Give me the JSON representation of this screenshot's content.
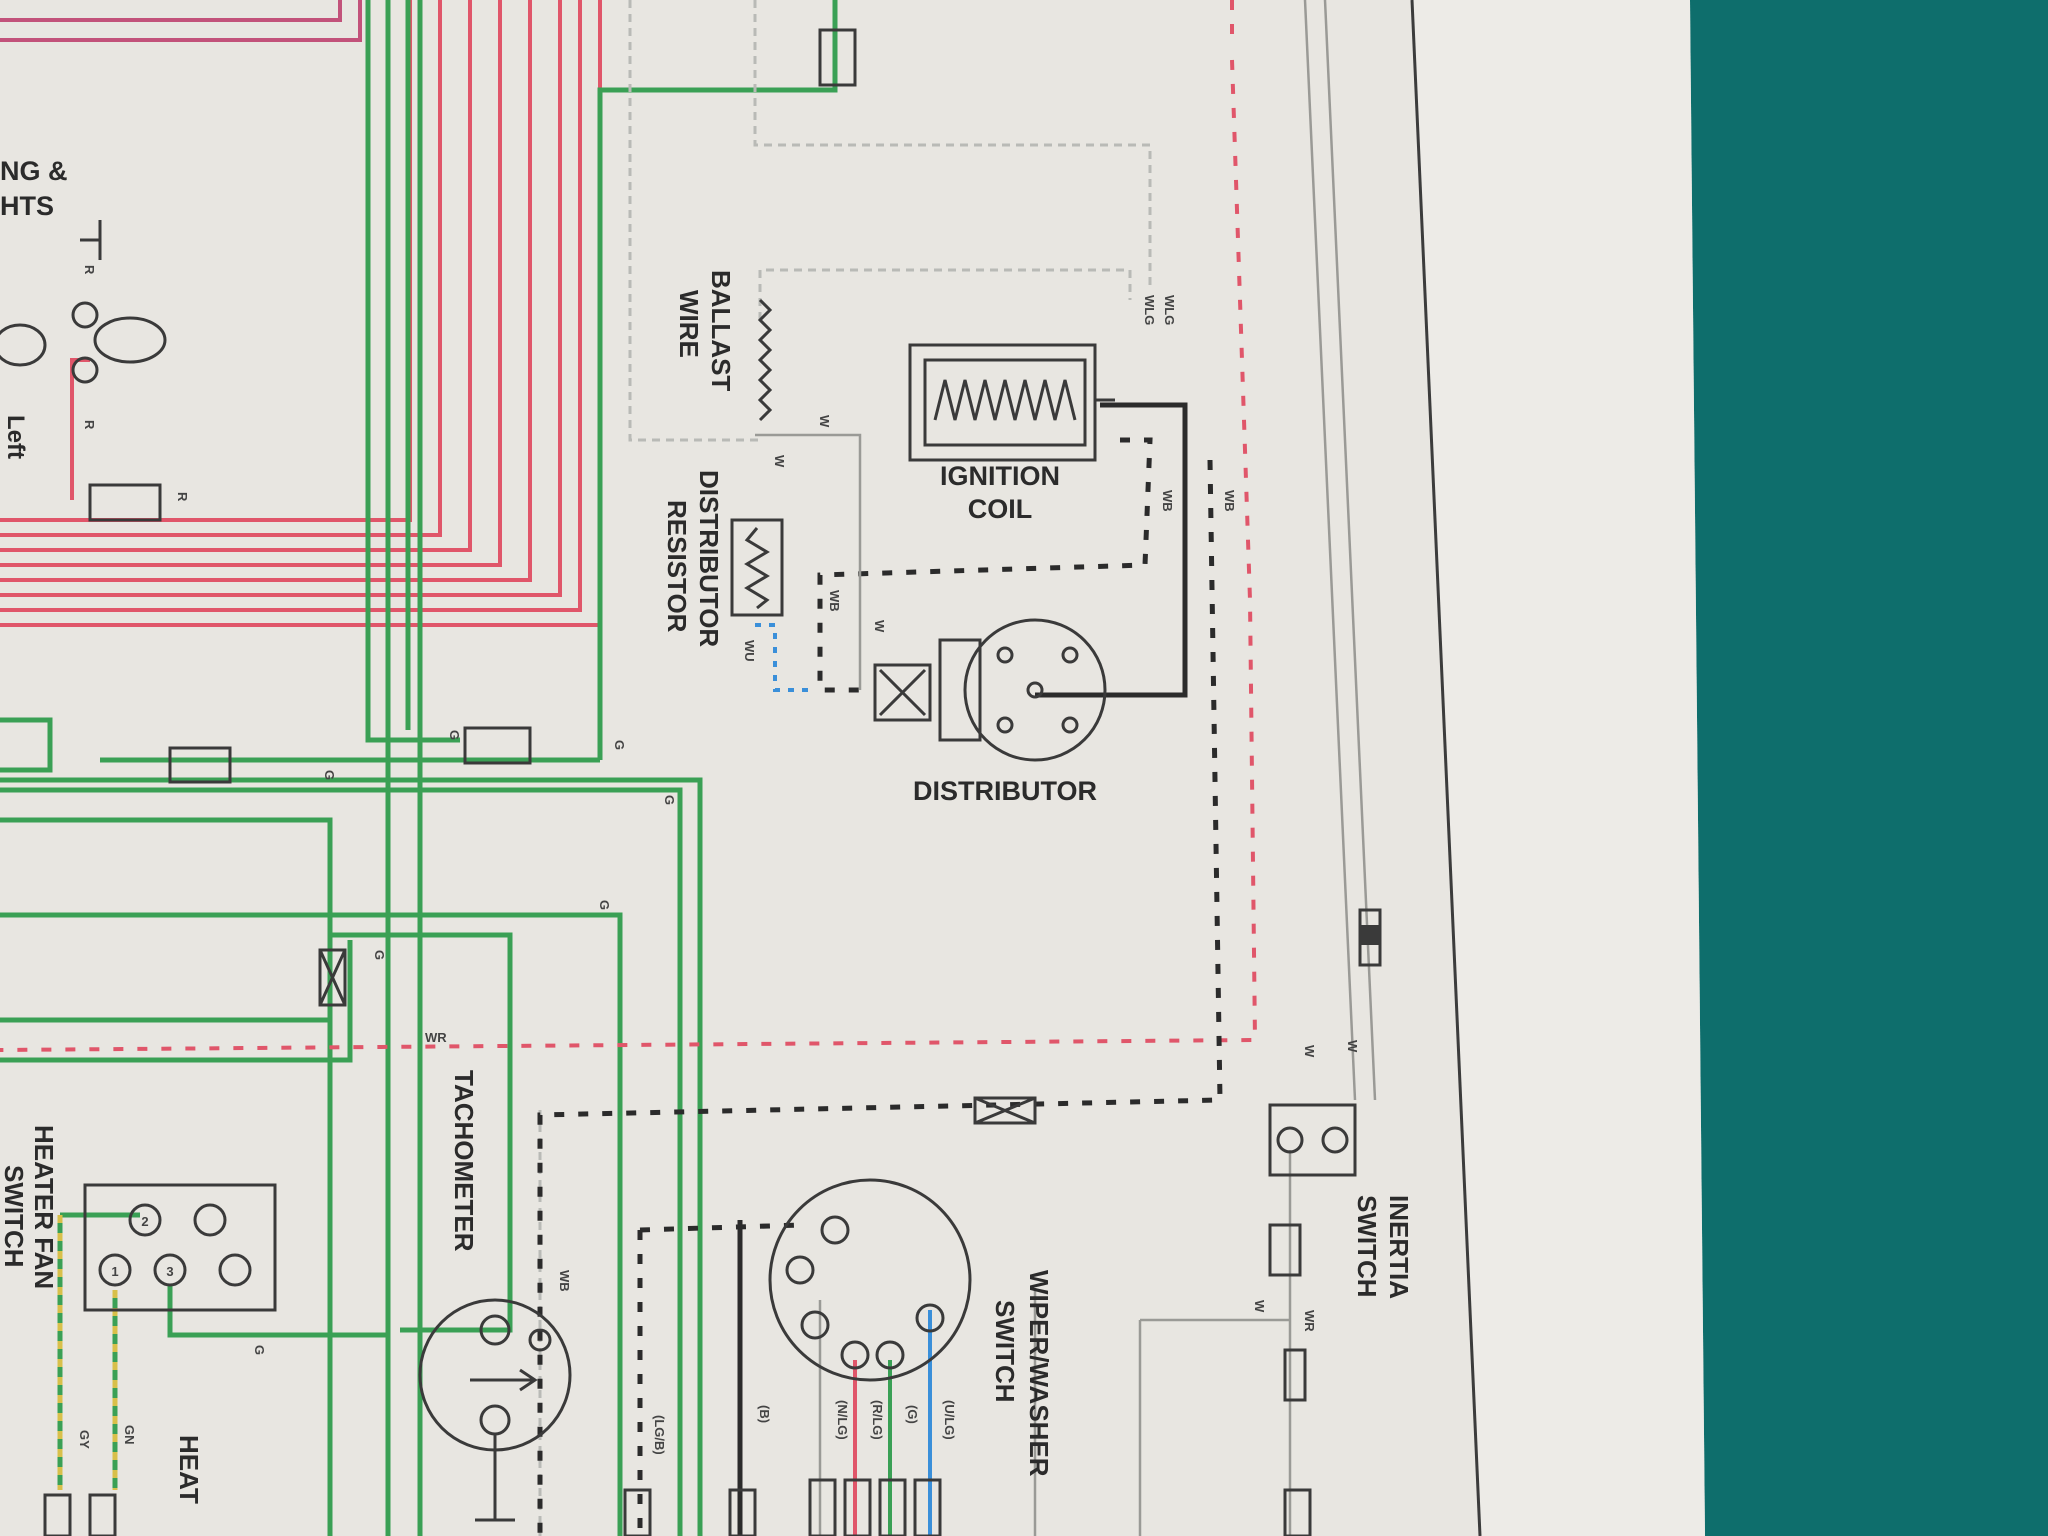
{
  "labels": {
    "ignition_coil_line1": "IGNITION",
    "ignition_coil_line2": "COIL",
    "distributor": "DISTRIBUTOR",
    "ballast_wire_line1": "BALLAST",
    "ballast_wire_line2": "WIRE",
    "distributor_resistor_line1": "DISTRIBUTOR",
    "distributor_resistor_line2": "RESISTOR",
    "tachometer": "TACHOMETER",
    "wiper_washer_switch_line1": "WIPER/WASHER",
    "wiper_washer_switch_line2": "SWITCH",
    "inertia_switch_line1": "INERTIA",
    "inertia_switch_line2": "SWITCH",
    "heater_fan_switch_line1": "HEATER FAN",
    "heater_fan_switch_line2": "SWITCH",
    "heater_partial": "HEAT",
    "lights_partial_line1": "NG &",
    "lights_partial_line2": "HTS",
    "left_lamp": "Left"
  },
  "wire_codes": {
    "green": "G",
    "red": "R",
    "white": "W",
    "white_black": "WB",
    "white_blue": "WU",
    "white_red": "WR",
    "green_yellow": "GY",
    "green_brown": "GN",
    "black": "(B)",
    "light_green_black": "(LG/B)",
    "blue_light_green": "(U/LG)",
    "green_bracket": "(G)",
    "red_light_green": "(R/LG)",
    "natural_light_green": "(N/LG)",
    "white_light_green": "WLG"
  },
  "switch_terminals": {
    "t1": "1",
    "t2": "2",
    "t3": "3"
  },
  "colors": {
    "paper": "#e9e7e2",
    "background": "#0e6e6c",
    "green_wire": "#3aa055",
    "red_wire": "#e0566a",
    "black_wire": "#2b2b2b",
    "blue_wire": "#3a8fd9",
    "red_dash": "#e0566a",
    "black_dash": "#2b2b2b"
  }
}
